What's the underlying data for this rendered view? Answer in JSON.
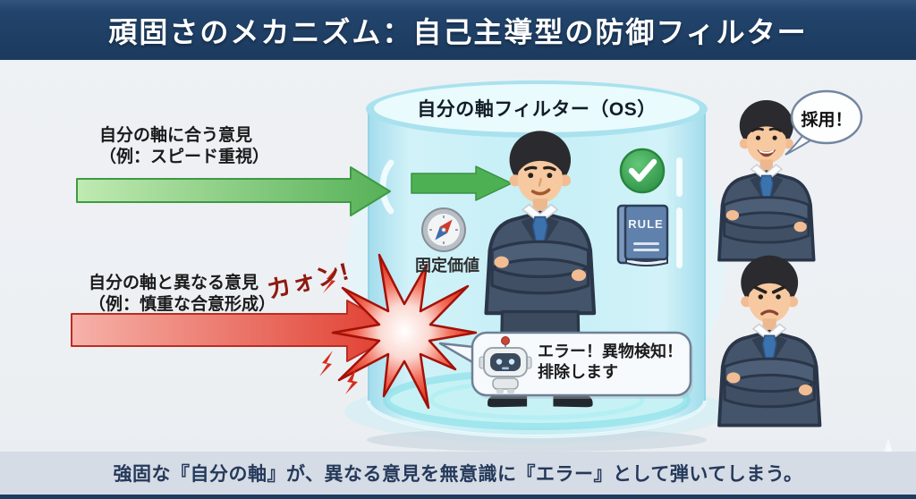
{
  "header": {
    "title": "頑固さのメカニズム：自己主導型の防御フィルター"
  },
  "footer": {
    "summary": "強固な『自分の軸』が、異なる意見を無意識に『エラー』として弾いてしまう。"
  },
  "filter": {
    "title": "自分の軸フィルター（OS）",
    "compass_label": "固定価値",
    "rulebook_label": "RULE"
  },
  "opinions": {
    "matching": {
      "line1": "自分の軸に合う意見",
      "line2": "（例：スピード重視）"
    },
    "differing": {
      "line1": "自分の軸と異なる意見",
      "line2": "（例：慎重な合意形成）"
    },
    "impact_sound": "カォン!"
  },
  "robot_bubble": {
    "line1": "エラー！異物検知！",
    "line2": "排除します"
  },
  "accept_bubble": {
    "label": "採用！"
  },
  "icons": [
    "compass-icon",
    "check-icon",
    "rule-book-icon",
    "robot-icon",
    "explosion-icon",
    "lightning-icon",
    "sparkle-icon"
  ],
  "colors": {
    "header_navy": "#1c3a5e",
    "accept_green": "#4fae52",
    "reject_red": "#dd3a2b",
    "cylinder_cyan": "#c9f0f6",
    "footer_band": "#d5dce6",
    "sfx_red": "#8f1a10"
  }
}
